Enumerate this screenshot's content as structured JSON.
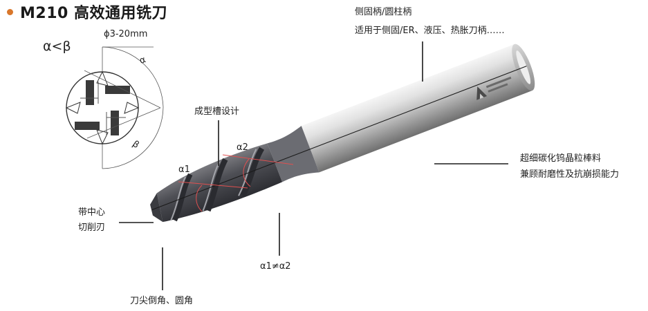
{
  "title": "M210 高效通用铣刀",
  "accent_color": "#d9772b",
  "section_icon": "bullet-dot-icon",
  "diagram": {
    "relation": "α<β",
    "diameter_range": "ϕ3-20mm",
    "angle_alpha": "α",
    "angle_beta": "β"
  },
  "labels": {
    "shank_title": "侧固柄/圆柱柄",
    "shank_desc": "适用于侧固/ER、液压、热胀刀柄……",
    "form_groove": "成型槽设计",
    "material_line1": "超细碳化钨晶粒棒料",
    "material_line2": "兼顾耐磨性及抗崩损能力",
    "center_line1": "带中心",
    "center_line2": "切削刃",
    "alpha1": "α1",
    "alpha2": "α2",
    "alpha_neq": "α1≠α2",
    "tip_corner": "刀尖倒角、圆角"
  }
}
